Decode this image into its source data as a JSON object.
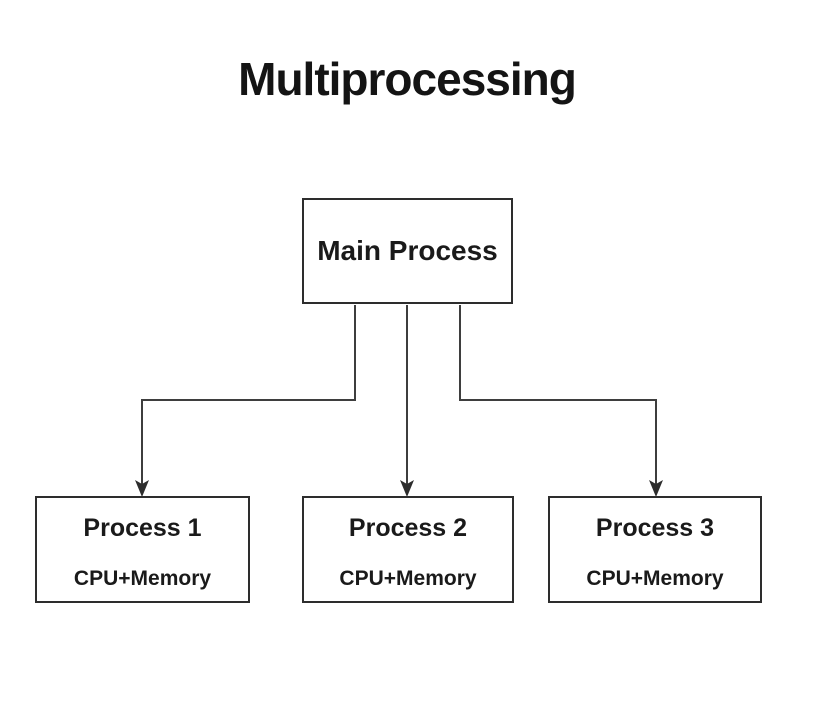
{
  "diagram": {
    "title": "Multiprocessing",
    "nodes": {
      "main": {
        "label": "Main Process"
      },
      "children": [
        {
          "label": "Process 1",
          "sublabel": "CPU+Memory"
        },
        {
          "label": "Process 2",
          "sublabel": "CPU+Memory"
        },
        {
          "label": "Process 3",
          "sublabel": "CPU+Memory"
        }
      ]
    },
    "edges": [
      {
        "from": "Main Process",
        "to": "Process 1"
      },
      {
        "from": "Main Process",
        "to": "Process 2"
      },
      {
        "from": "Main Process",
        "to": "Process 3"
      }
    ],
    "colors": {
      "background": "#ffffff",
      "line": "#3e3e3e",
      "border": "#2d2d2d",
      "text": "#141414"
    }
  }
}
